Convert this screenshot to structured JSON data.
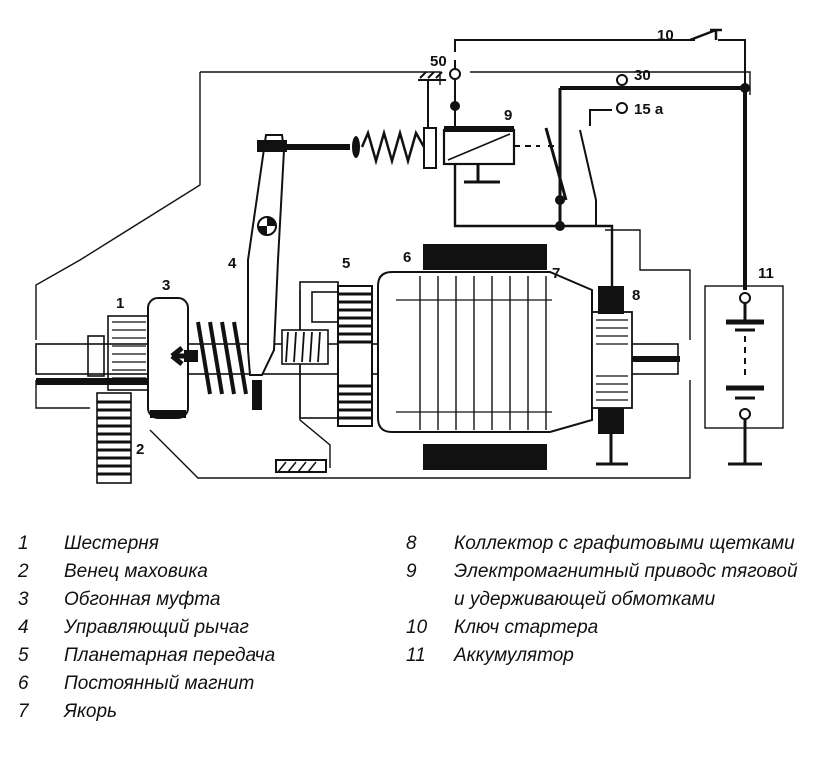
{
  "callouts": {
    "c1": "1",
    "c2": "2",
    "c3": "3",
    "c4": "4",
    "c5": "5",
    "c6": "6",
    "c7": "7",
    "c8": "8",
    "c9": "9",
    "c10": "10",
    "c11": "11",
    "t50": "50",
    "t30": "30",
    "t15a": "15 a"
  },
  "legend": {
    "left": [
      {
        "num": "1",
        "text": "Шестерня"
      },
      {
        "num": "2",
        "text": "Венец маховика"
      },
      {
        "num": "3",
        "text": "Обгонная муфта"
      },
      {
        "num": "4",
        "text": "Управляющий рычаг"
      },
      {
        "num": "5",
        "text": "Планетарная передача"
      },
      {
        "num": "6",
        "text": "Постоянный магнит"
      },
      {
        "num": "7",
        "text": "Якорь"
      }
    ],
    "right": [
      {
        "num": "8",
        "text": "Коллектор с графитовыми щетками"
      },
      {
        "num": "9",
        "text": "Электромагнитный приводс тяговой и удерживающей обмотками"
      },
      {
        "num": "10",
        "text": "Ключ стартера"
      },
      {
        "num": "11",
        "text": "Аккумулятор"
      }
    ]
  }
}
